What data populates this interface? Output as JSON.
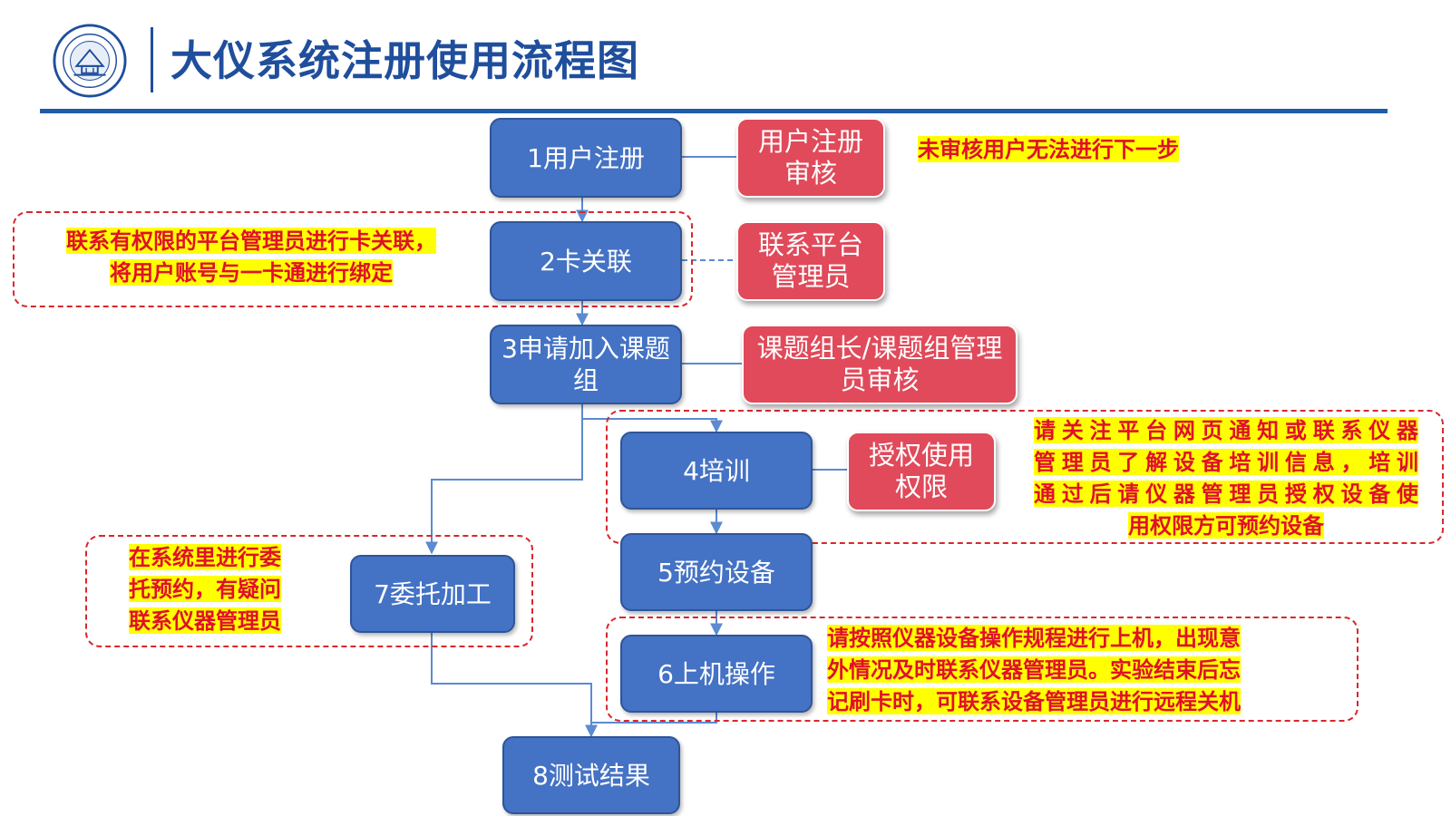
{
  "header": {
    "title": "大仪系统注册使用流程图",
    "accent_color": "#1f4e9c",
    "logo_icon": "university-seal-icon"
  },
  "flow": {
    "steps": [
      {
        "id": "register",
        "label": "1用户注册"
      },
      {
        "id": "card",
        "label": "2卡关联"
      },
      {
        "id": "group",
        "label": "3申请加入课题组"
      },
      {
        "id": "training",
        "label": "4培训"
      },
      {
        "id": "reserve",
        "label": "5预约设备"
      },
      {
        "id": "operate",
        "label": "6上机操作"
      },
      {
        "id": "entrust",
        "label": "7委托加工"
      },
      {
        "id": "result",
        "label": "8测试结果"
      }
    ],
    "aux": [
      {
        "id": "review",
        "label": "用户注册审核"
      },
      {
        "id": "contact",
        "label": "联系平台管理员"
      },
      {
        "id": "approve",
        "label": "课题组长/课题组管理员审核"
      },
      {
        "id": "authorize",
        "label": "授权使用权限"
      }
    ],
    "notes": {
      "review": "未审核用户无法进行下一步",
      "card_lines": [
        "联系有权限的平台管理员进行卡关联，",
        "将用户账号与一卡通进行绑定"
      ],
      "training_lines": [
        "请关注平台网页通知或联系仪器",
        "管理员了解设备培训信息，培训",
        "通过后请仪器管理员授权设备使",
        "用权限方可预约设备"
      ],
      "entrust_lines": [
        "在系统里进行委",
        "托预约，有疑问",
        "联系仪器管理员"
      ],
      "operate_lines": [
        "请按照仪器设备操作规程进行上机，出现意",
        "外情况及时联系仪器管理员。实验结束后忘",
        "记刷卡时，可联系设备管理员进行远程关机"
      ]
    },
    "colors": {
      "step_fill": "#4472c4",
      "aux_fill": "#e04a5a",
      "note_text": "#e0102a",
      "note_highlight": "#ffff00",
      "connector": "#5b8bd0"
    }
  }
}
